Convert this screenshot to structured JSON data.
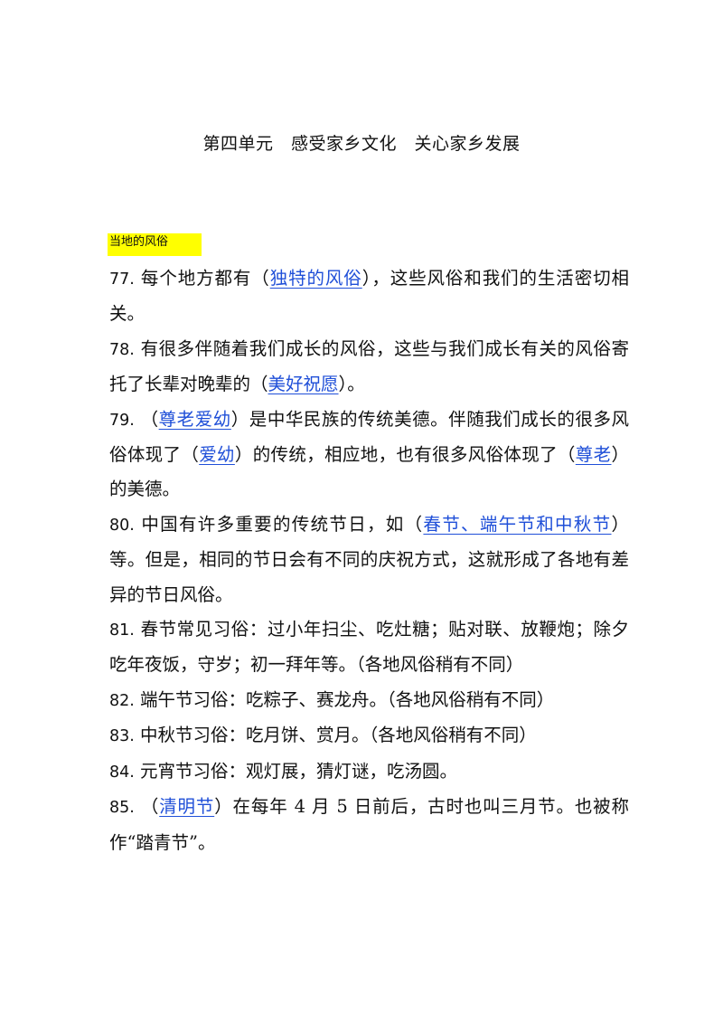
{
  "document": {
    "title": "第四单元　感受家乡文化　关心家乡发展",
    "section_label": "当地的风俗"
  },
  "items": [
    {
      "num": "77.",
      "pre": " 每个地方都有（",
      "ans": "独特的风俗",
      "post": "），这些风俗和我们的生活密切相关。"
    },
    {
      "num": "78.",
      "pre": " 有很多伴随着我们成长的风俗，这些与我们成长有关的风俗寄托了长辈对晚辈的（",
      "ans": "美好祝愿",
      "post": "）。"
    },
    {
      "num": "79.",
      "pre": " （",
      "ans": "尊老爱幼",
      "mid1": "）是中华民族的传统美德。伴随我们成长的很多风俗体现了（",
      "ans2": "爱幼",
      "mid2": "）的传统，相应地，也有很多风俗体现了（",
      "ans3": "尊老",
      "post": "）的美德。"
    },
    {
      "num": "80.",
      "pre": " 中国有许多重要的传统节日，如（",
      "ans": "春节、端午节和中秋节",
      "post": "）等。但是，相同的节日会有不同的庆祝方式，这就形成了各地有差异的节日风俗。"
    },
    {
      "num": "81.",
      "pre": " 春节常见习俗：过小年扫尘、吃灶糖；贴对联、放鞭炮；除夕吃年夜饭，守岁；初一拜年等。（各地风俗稍有不同）"
    },
    {
      "num": "82.",
      "pre": " 端午节习俗：吃粽子、赛龙舟。（各地风俗稍有不同）"
    },
    {
      "num": "83.",
      "pre": " 中秋节习俗：吃月饼、赏月。（各地风俗稍有不同）"
    },
    {
      "num": "84.",
      "pre": " 元宵节习俗：观灯展，猜灯谜，吃汤圆。"
    },
    {
      "num": "85.",
      "pre": " （",
      "ans": "清明节",
      "post": "）在每年 4 月 5 日前后，古时也叫三月节。也被称作“踏青节”。"
    }
  ]
}
